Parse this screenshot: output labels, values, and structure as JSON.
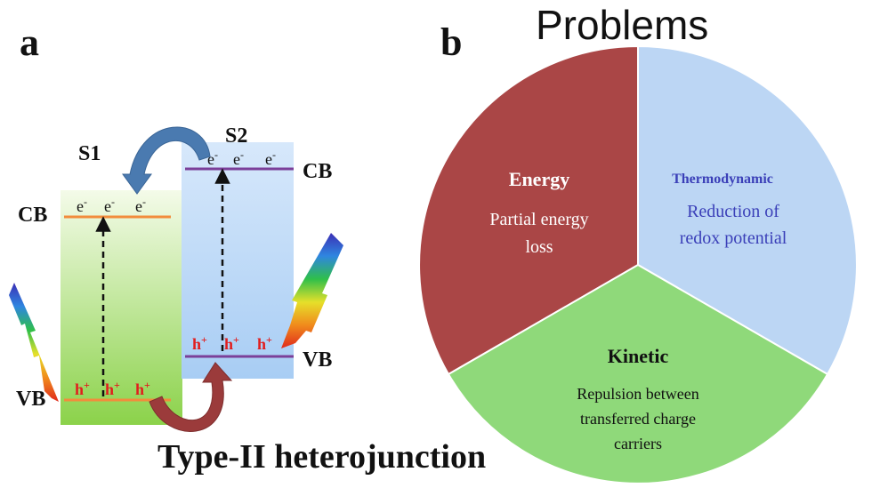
{
  "panel_a": {
    "label": "a",
    "title": "Type-II heterojunction",
    "s1": {
      "name": "S1",
      "cb_label": "CB",
      "vb_label": "VB",
      "electrons": [
        "e",
        "e",
        "e"
      ],
      "holes": [
        "h",
        "h",
        "h"
      ]
    },
    "s2": {
      "name": "S2",
      "cb_label": "CB",
      "vb_label": "VB",
      "electrons": [
        "e",
        "e",
        "e"
      ],
      "holes": [
        "h",
        "h",
        "h"
      ]
    },
    "electron_superscript": "-",
    "hole_superscript": "+"
  },
  "panel_b": {
    "label": "b",
    "title": "Problems",
    "segments": [
      {
        "heading": "Energy",
        "text_lines": [
          "Partial energy",
          "loss"
        ],
        "color": "#aa4646"
      },
      {
        "heading": "Thermodynamic",
        "text_lines": [
          "Reduction of",
          "redox potential"
        ],
        "color": "#bcd6f4"
      },
      {
        "heading": "Kinetic",
        "text_lines": [
          "Repulsion between",
          "transferred charge",
          "carriers"
        ],
        "color": "#8fd97a"
      }
    ]
  },
  "colors": {
    "cb_line": "#f28c3c",
    "s2_band": "#7b3f99",
    "hole_text": "#e11d1d",
    "thermo_text": "#3a3fb8",
    "arrow_blue": "#4a7ab0",
    "arrow_red": "#9b3b3b"
  }
}
